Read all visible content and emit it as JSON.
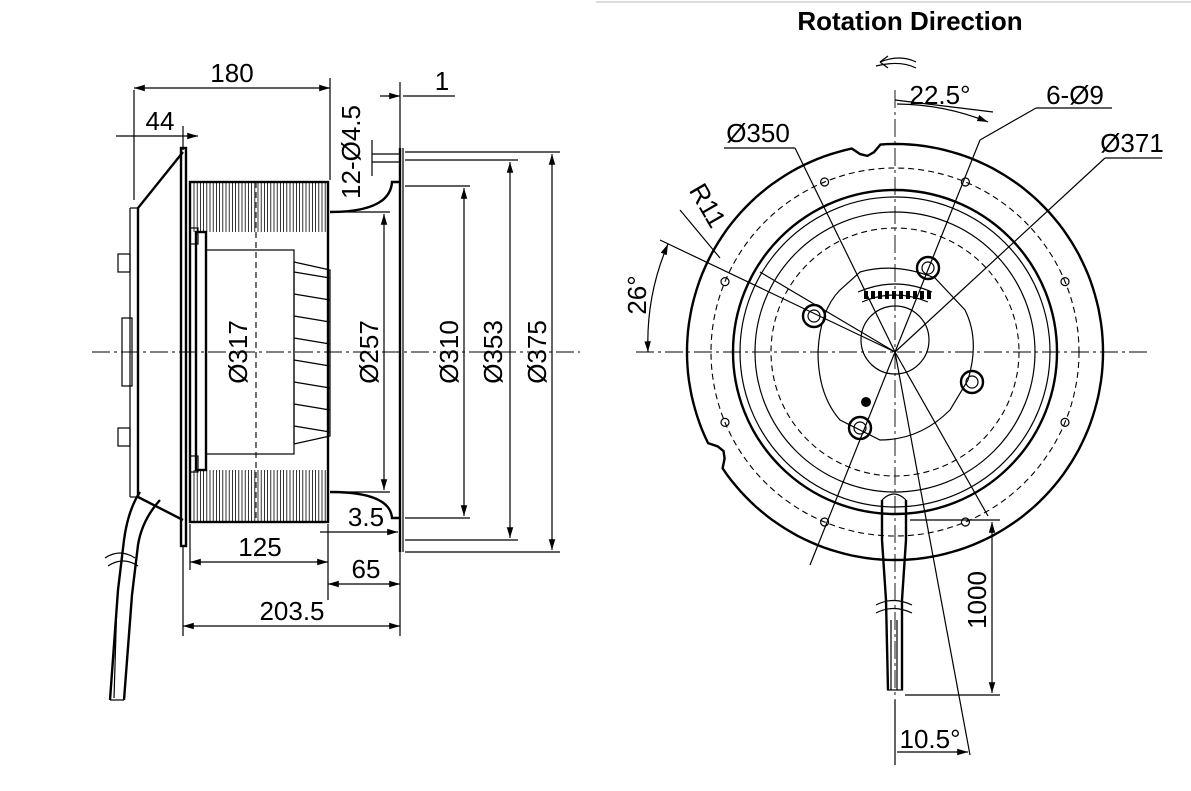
{
  "title": "Rotation Direction",
  "side_view": {
    "dims": {
      "width_180": "180",
      "width_44": "44",
      "gap_1": "1",
      "holes_12": "12-Ø4.5",
      "dia_317": "Ø317",
      "dia_257": "Ø257",
      "dia_310": "Ø310",
      "dia_353": "Ø353",
      "dia_375": "Ø375",
      "gap_3_5": "3.5",
      "width_125": "125",
      "width_65": "65",
      "width_203_5": "203.5"
    }
  },
  "front_view": {
    "dims": {
      "angle_22_5": "22.5°",
      "holes_6": "6-Ø9",
      "dia_350": "Ø350",
      "dia_371": "Ø371",
      "radius_11": "R11",
      "angle_26": "26°",
      "cable_1000": "1000",
      "angle_10_5": "10.5°"
    }
  }
}
